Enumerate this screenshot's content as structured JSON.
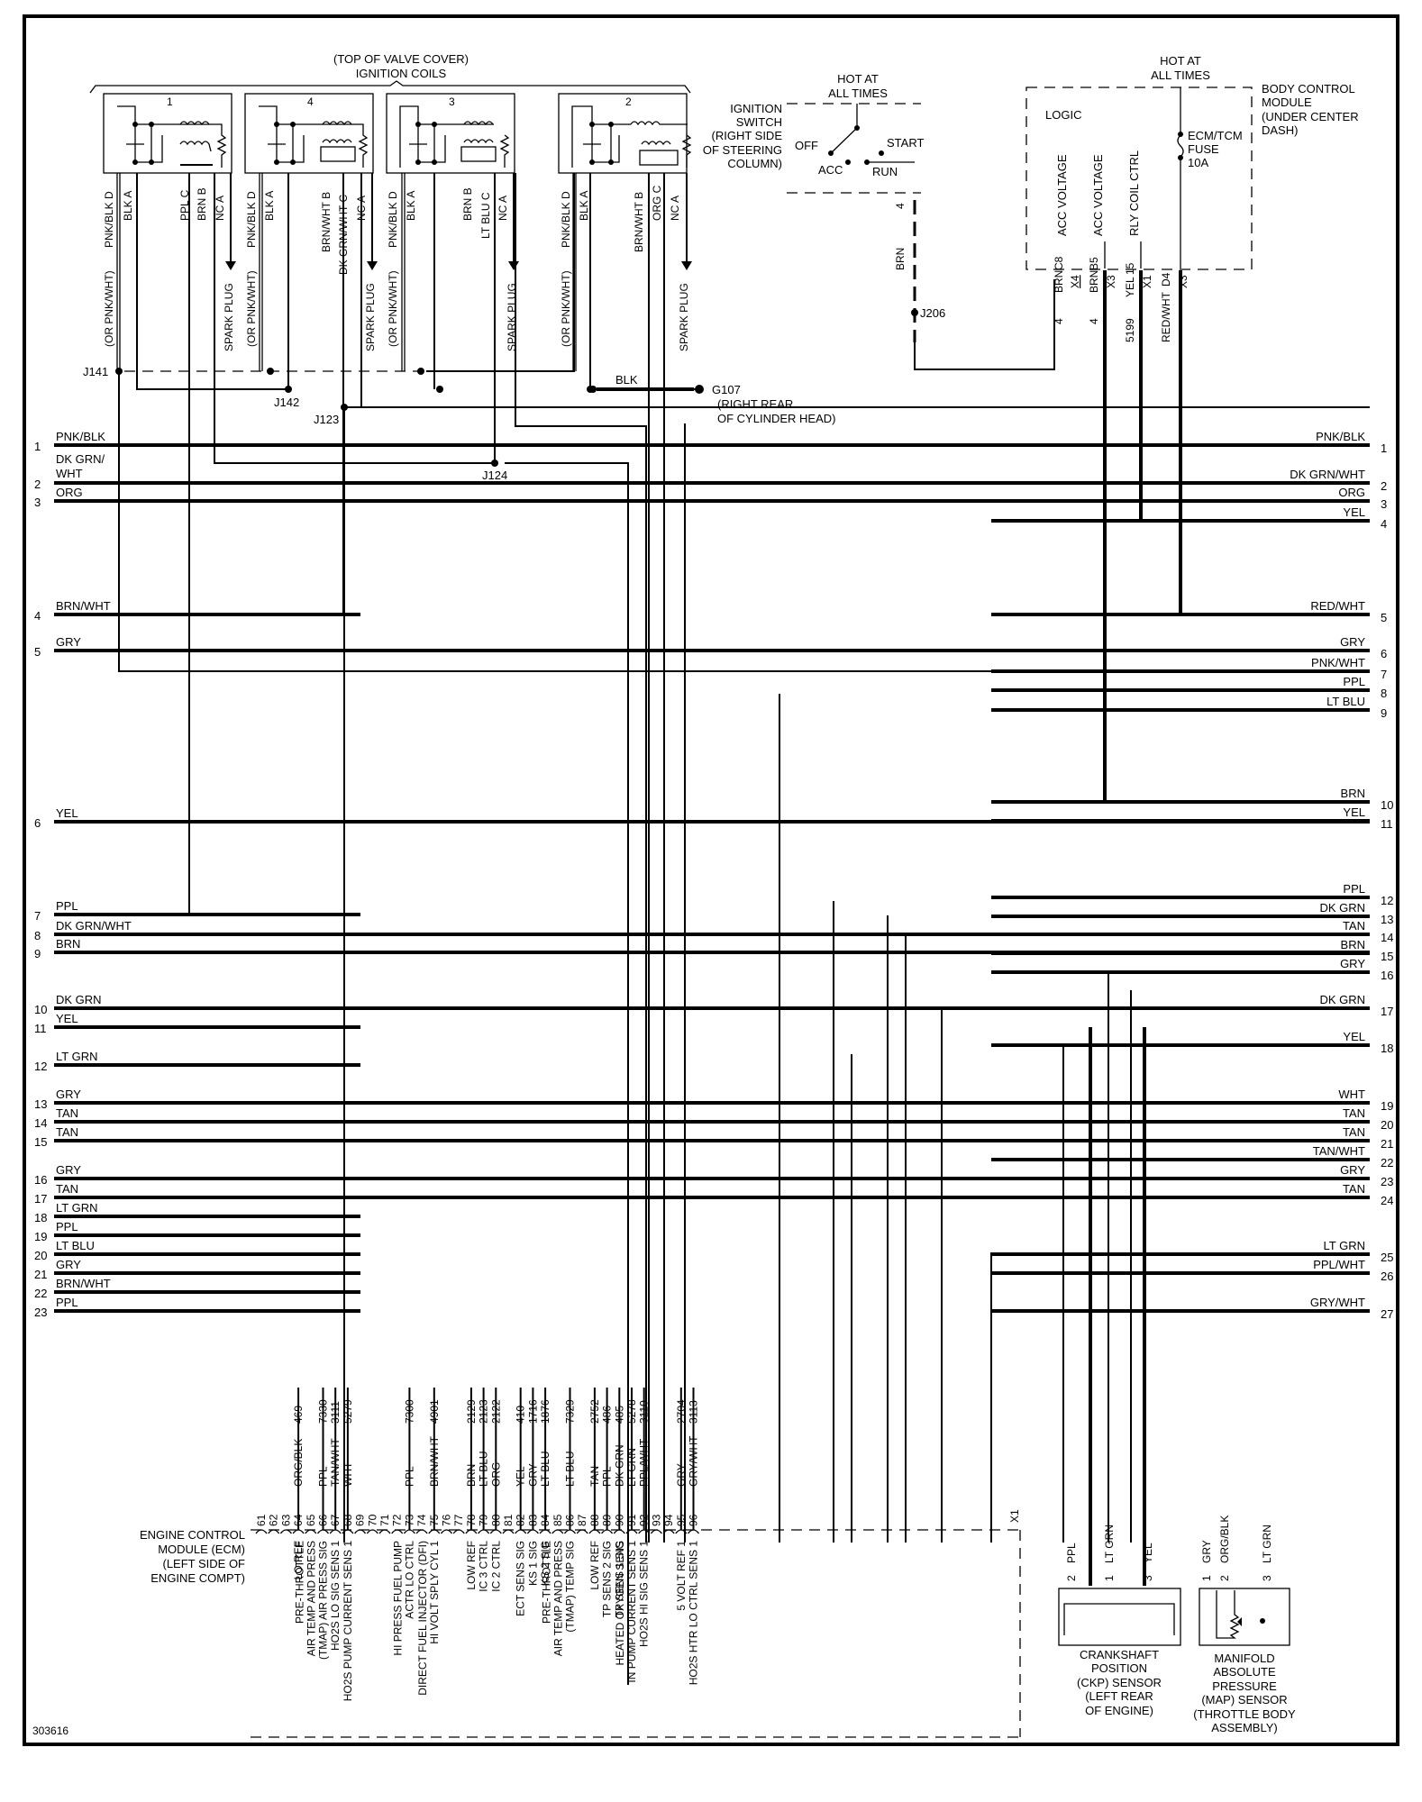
{
  "diagram_id": "303616",
  "ignition_coils": {
    "title_line1": "(TOP OF VALVE COVER)",
    "title_line2": "IGNITION COILS",
    "coils": [
      {
        "number": "1",
        "pins": [
          {
            "pin": "D",
            "wire": "PNK/BLK",
            "alt": "(OR PNK/WHT)"
          },
          {
            "pin": "A",
            "wire": "BLK"
          },
          {
            "pin": "C",
            "wire": "PPL"
          },
          {
            "pin": "B",
            "wire": "BRN"
          },
          {
            "pin": "A",
            "wire": "NC",
            "note": "SPARK PLUG"
          }
        ]
      },
      {
        "number": "4",
        "pins": [
          {
            "pin": "D",
            "wire": "PNK/BLK",
            "alt": "(OR PNK/WHT)"
          },
          {
            "pin": "A",
            "wire": "BLK"
          },
          {
            "pin": "B",
            "wire": "BRN/WHT"
          },
          {
            "pin": "C",
            "wire": "DK GRN/WHT"
          },
          {
            "pin": "A",
            "wire": "NC",
            "note": "SPARK PLUG"
          }
        ]
      },
      {
        "number": "3",
        "pins": [
          {
            "pin": "D",
            "wire": "PNK/BLK",
            "alt": "(OR PNK/WHT)"
          },
          {
            "pin": "A",
            "wire": "BLK"
          },
          {
            "pin": "B",
            "wire": "BRN"
          },
          {
            "pin": "C",
            "wire": "LT BLU"
          },
          {
            "pin": "A",
            "wire": "NC",
            "note": "SPARK PLUG"
          }
        ]
      },
      {
        "number": "2",
        "pins": [
          {
            "pin": "D",
            "wire": "PNK/BLK",
            "alt": "(OR PNK/WHT)"
          },
          {
            "pin": "A",
            "wire": "BLK"
          },
          {
            "pin": "B",
            "wire": "BRN/WHT"
          },
          {
            "pin": "C",
            "wire": "ORG"
          },
          {
            "pin": "A",
            "wire": "NC",
            "note": "SPARK PLUG"
          }
        ]
      }
    ]
  },
  "labels": {
    "pnkblkd": "PNK/BLK D",
    "orpnkwht": "(OR PNK/WHT)",
    "blka": "BLK A",
    "pplc": "PPL C",
    "brnb": "BRN B",
    "nca": "NC A",
    "sparkplug": "SPARK PLUG",
    "brnwhtb": "BRN/WHT B",
    "dkgrnwhtc": "DK GRN/WHT C",
    "ltbluc": "LT BLU C",
    "orgc": "ORG C"
  },
  "splices": {
    "j141": "J141",
    "j142": "J142",
    "j123": "J123",
    "j124": "J124",
    "j206": "J206"
  },
  "ground": {
    "wire": "BLK",
    "id": "G107",
    "loc1": "(RIGHT REAR",
    "loc2": "OF CYLINDER HEAD)"
  },
  "ignition_switch": {
    "hot1": "HOT AT",
    "hot2": "ALL TIMES",
    "name": [
      "IGNITION",
      "SWITCH",
      "(RIGHT SIDE",
      "OF STEERING",
      "COLUMN)"
    ],
    "off": "OFF",
    "acc": "ACC",
    "run": "RUN",
    "start": "START",
    "pin": "4",
    "wire": "BRN"
  },
  "bcm": {
    "hot1": "HOT AT",
    "hot2": "ALL TIMES",
    "name": [
      "BODY CONTROL",
      "MODULE",
      "(UNDER CENTER",
      "DASH)"
    ],
    "logic": "LOGIC",
    "fuse": [
      "ECM/TCM",
      "FUSE",
      "10A"
    ],
    "signals": [
      "ACC VOLTAGE",
      "ACC VOLTAGE",
      "RLY COIL CTRL"
    ],
    "pins": [
      {
        "circuit": "4",
        "wire": "BRN",
        "pin": "C8",
        "conn": "X4"
      },
      {
        "circuit": "4",
        "wire": "BRN",
        "pin": "B5",
        "conn": "X3"
      },
      {
        "circuit": "5199",
        "wire": "YEL",
        "pin": "15",
        "conn": "X1"
      },
      {
        "circuit": "",
        "wire": "RED/WHT",
        "pin": "D4",
        "conn": "X3"
      }
    ]
  },
  "left_connector": [
    {
      "pin": "1",
      "wire": "PNK/BLK"
    },
    {
      "pin": "2",
      "wire": "DK GRN/WHT",
      "wire_l1": "DK GRN/",
      "wire_l2": "WHT"
    },
    {
      "pin": "3",
      "wire": "ORG"
    },
    {
      "pin": "4",
      "wire": "BRN/WHT"
    },
    {
      "pin": "5",
      "wire": "GRY"
    },
    {
      "pin": "6",
      "wire": "YEL"
    },
    {
      "pin": "7",
      "wire": "PPL"
    },
    {
      "pin": "8",
      "wire": "DK GRN/WHT"
    },
    {
      "pin": "9",
      "wire": "BRN"
    },
    {
      "pin": "10",
      "wire": "DK GRN"
    },
    {
      "pin": "11",
      "wire": "YEL"
    },
    {
      "pin": "12",
      "wire": "LT GRN"
    },
    {
      "pin": "13",
      "wire": "GRY"
    },
    {
      "pin": "14",
      "wire": "TAN"
    },
    {
      "pin": "15",
      "wire": "TAN"
    },
    {
      "pin": "16",
      "wire": "GRY"
    },
    {
      "pin": "17",
      "wire": "TAN"
    },
    {
      "pin": "18",
      "wire": "LT GRN"
    },
    {
      "pin": "19",
      "wire": "PPL"
    },
    {
      "pin": "20",
      "wire": "LT BLU"
    },
    {
      "pin": "21",
      "wire": "GRY"
    },
    {
      "pin": "22",
      "wire": "BRN/WHT"
    },
    {
      "pin": "23",
      "wire": "PPL"
    }
  ],
  "right_connector": [
    {
      "pin": "1",
      "wire": "PNK/BLK"
    },
    {
      "pin": "2",
      "wire": "DK GRN/WHT"
    },
    {
      "pin": "3",
      "wire": "ORG"
    },
    {
      "pin": "4",
      "wire": "YEL"
    },
    {
      "pin": "5",
      "wire": "RED/WHT"
    },
    {
      "pin": "6",
      "wire": "GRY"
    },
    {
      "pin": "7",
      "wire": "PNK/WHT"
    },
    {
      "pin": "8",
      "wire": "PPL"
    },
    {
      "pin": "9",
      "wire": "LT BLU"
    },
    {
      "pin": "10",
      "wire": "BRN"
    },
    {
      "pin": "11",
      "wire": "YEL"
    },
    {
      "pin": "12",
      "wire": "PPL"
    },
    {
      "pin": "13",
      "wire": "DK GRN"
    },
    {
      "pin": "14",
      "wire": "TAN"
    },
    {
      "pin": "15",
      "wire": "BRN"
    },
    {
      "pin": "16",
      "wire": "GRY"
    },
    {
      "pin": "17",
      "wire": "DK GRN"
    },
    {
      "pin": "18",
      "wire": "YEL"
    },
    {
      "pin": "19",
      "wire": "WHT"
    },
    {
      "pin": "20",
      "wire": "TAN"
    },
    {
      "pin": "21",
      "wire": "TAN"
    },
    {
      "pin": "22",
      "wire": "TAN/WHT"
    },
    {
      "pin": "23",
      "wire": "GRY"
    },
    {
      "pin": "24",
      "wire": "TAN"
    },
    {
      "pin": "25",
      "wire": "LT GRN"
    },
    {
      "pin": "26",
      "wire": "PPL/WHT"
    },
    {
      "pin": "27",
      "wire": "GRY/WHT"
    }
  ],
  "ecm": {
    "name": [
      "ENGINE CONTROL",
      "MODULE (ECM)",
      "(LEFT SIDE OF",
      "ENGINE COMPT)"
    ],
    "connector": "X1",
    "pins": [
      {
        "pin": "61"
      },
      {
        "pin": "62"
      },
      {
        "pin": "63"
      },
      {
        "pin": "64",
        "wire": "ORG/BLK",
        "circuit": "469",
        "func": [
          "LO REF"
        ]
      },
      {
        "pin": "65"
      },
      {
        "pin": "66",
        "wire": "PPL",
        "circuit": "7330",
        "func": [
          "PRE-THROTTLE",
          "AIR TEMP AND PRESS",
          "(TMAP) AIR PRESS SIG"
        ]
      },
      {
        "pin": "67",
        "wire": "TAN/WHT",
        "circuit": "3111",
        "func": [
          "HO2S LO SIG SENS 1"
        ]
      },
      {
        "pin": "68",
        "wire": "WHT",
        "circuit": "5279",
        "func": [
          "HO2S PUMP CURRENT SENS 1"
        ]
      },
      {
        "pin": "69"
      },
      {
        "pin": "70"
      },
      {
        "pin": "71"
      },
      {
        "pin": "72"
      },
      {
        "pin": "73",
        "wire": "PPL",
        "circuit": "7300",
        "func": [
          "HI PRESS FUEL PUMP",
          "ACTR LO CTRL"
        ]
      },
      {
        "pin": "74"
      },
      {
        "pin": "75",
        "wire": "BRN/WHT",
        "circuit": "4901",
        "func": [
          "DIRECT FUEL INJECTOR (DFI)",
          "HI VOLT SPLY CYL 1"
        ]
      },
      {
        "pin": "76"
      },
      {
        "pin": "77"
      },
      {
        "pin": "78",
        "wire": "BRN",
        "circuit": "2129",
        "func": [
          "LOW REF"
        ]
      },
      {
        "pin": "79",
        "wire": "LT BLU",
        "circuit": "2123",
        "func": [
          "IC 3 CTRL"
        ]
      },
      {
        "pin": "80",
        "wire": "ORG",
        "circuit": "2122",
        "func": [
          "IC 2 CTRL"
        ]
      },
      {
        "pin": "81"
      },
      {
        "pin": "82",
        "wire": "YEL",
        "circuit": "410",
        "func": [
          "ECT SENS SIG"
        ]
      },
      {
        "pin": "83",
        "wire": "GRY",
        "circuit": "1716",
        "func": [
          "KS 1 SIG"
        ]
      },
      {
        "pin": "84",
        "wire": "LT BLU",
        "circuit": "1876",
        "func": [
          "KS 2 SIG"
        ]
      },
      {
        "pin": "85"
      },
      {
        "pin": "86",
        "wire": "LT BLU",
        "circuit": "7329",
        "func": [
          "PRE-THROTTLE",
          "AIR TEMP AND PRESS",
          "(TMAP) TEMP SIG"
        ]
      },
      {
        "pin": "87"
      },
      {
        "pin": "88",
        "wire": "TAN",
        "circuit": "2752",
        "func": [
          "LOW REF"
        ]
      },
      {
        "pin": "89",
        "wire": "PPL",
        "circuit": "486",
        "func": [
          "TP SENS 2 SIG"
        ]
      },
      {
        "pin": "90",
        "wire": "DK GRN",
        "circuit": "485",
        "func": [
          "TP SENS 1 SIG"
        ]
      },
      {
        "pin": "91",
        "wire": "LT GRN",
        "circuit": "5278",
        "func": [
          "HEATED OXYGEN SENS",
          "IN PUMP CURRENT SENS 1"
        ]
      },
      {
        "pin": "92",
        "wire": "PPL/WHT",
        "circuit": "3110",
        "func": [
          "HO2S HI SIG SENS 1"
        ]
      },
      {
        "pin": "93"
      },
      {
        "pin": "94"
      },
      {
        "pin": "95",
        "wire": "GRY",
        "circuit": "2704",
        "func": [
          "5 VOLT REF 1"
        ]
      },
      {
        "pin": "96",
        "wire": "GRY/WHT",
        "circuit": "3113",
        "func": [
          "HO2S HTR LO CTRL SENS 1"
        ]
      }
    ]
  },
  "ckp_sensor": {
    "name": [
      "CRANKSHAFT",
      "POSITION",
      "(CKP) SENSOR",
      "(LEFT REAR",
      "OF ENGINE)"
    ],
    "pins": [
      {
        "pin": "2",
        "wire": "PPL"
      },
      {
        "pin": "1",
        "wire": "LT GRN"
      },
      {
        "pin": "3",
        "wire": "YEL"
      }
    ]
  },
  "map_sensor": {
    "name": [
      "MANIFOLD",
      "ABSOLUTE",
      "PRESSURE",
      "(MAP) SENSOR",
      "(THROTTLE BODY",
      "ASSEMBLY)"
    ],
    "pins": [
      {
        "pin": "1",
        "wire": "GRY"
      },
      {
        "pin": "2",
        "wire": "ORG/BLK"
      },
      {
        "pin": "3",
        "wire": "LT GRN"
      }
    ]
  }
}
